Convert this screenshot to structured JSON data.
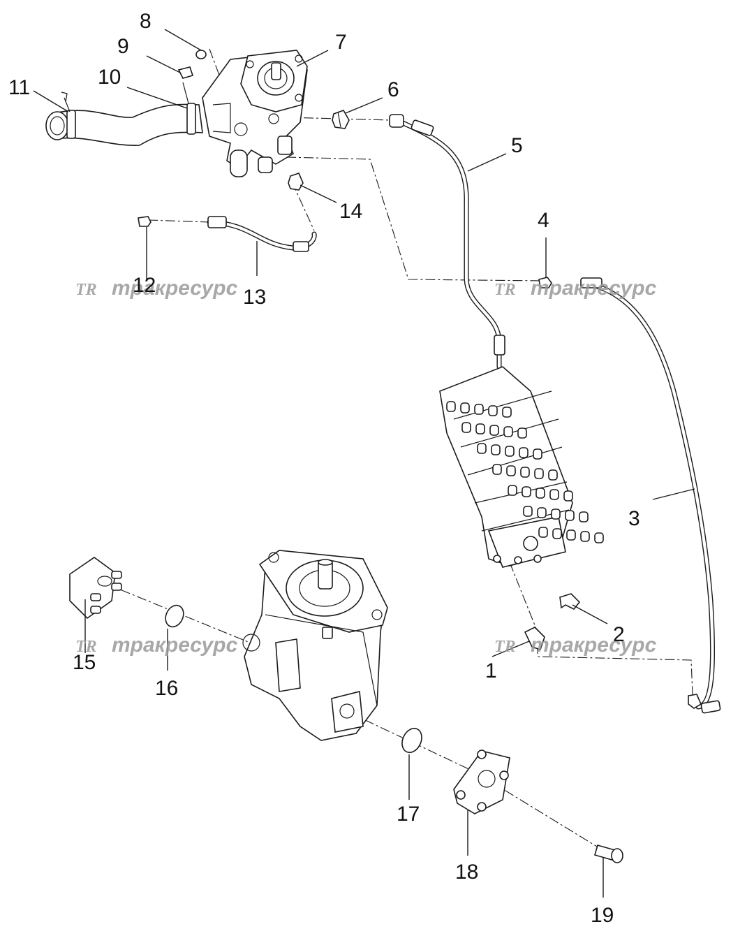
{
  "callouts": {
    "c1": "1",
    "c2": "2",
    "c3": "3",
    "c4": "4",
    "c5": "5",
    "c6": "6",
    "c7": "7",
    "c8": "8",
    "c9": "9",
    "c10": "10",
    "c11": "11",
    "c12": "12",
    "c13": "13",
    "c14": "14",
    "c15": "15",
    "c16": "16",
    "c17": "17",
    "c18": "18",
    "c19": "19"
  },
  "watermark": {
    "logo": "TR",
    "text": "тракресурс"
  }
}
